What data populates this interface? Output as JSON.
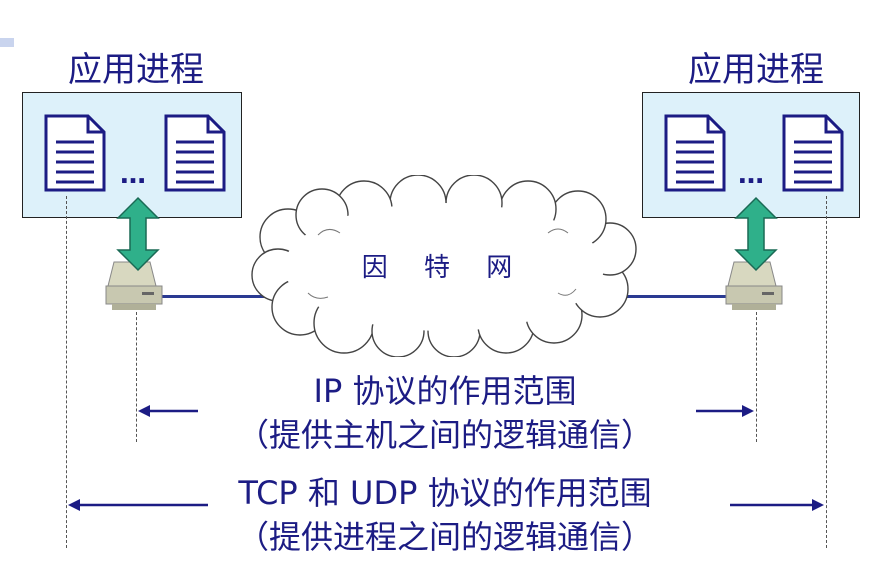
{
  "left_process": {
    "title": "应用进程",
    "dots": "…"
  },
  "right_process": {
    "title": "应用进程",
    "dots": "…"
  },
  "cloud": {
    "label": "因 特 网"
  },
  "ip_scope": {
    "line1": "IP 协议的作用范围",
    "line2": "（提供主机之间的逻辑通信）"
  },
  "tcp_scope": {
    "line1": "TCP 和 UDP 协议的作用范围",
    "line2": "（提供进程之间的逻辑通信）"
  },
  "colors": {
    "text": "#1c1c84",
    "process_box": "#ddf1fa",
    "arrow_green": "#2fb08a",
    "link": "#2a3a92",
    "host": "#c8c8b0"
  }
}
